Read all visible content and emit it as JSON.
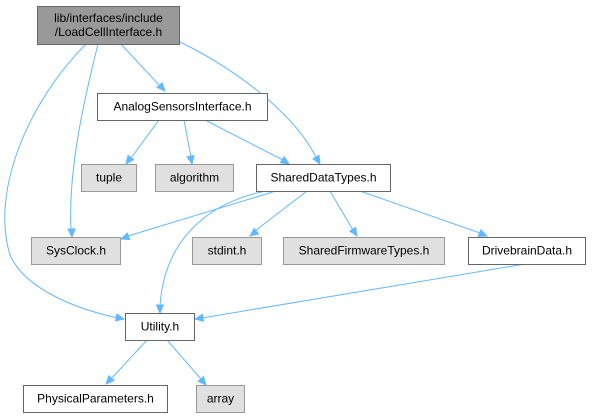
{
  "nodes": {
    "load_cell": {
      "lines": [
        "lib/interfaces/include",
        "/LoadCellInterface.h"
      ],
      "style": "current"
    },
    "analog": {
      "lines": [
        "AnalogSensorsInterface.h"
      ],
      "style": "file"
    },
    "tuple": {
      "lines": [
        "tuple"
      ],
      "style": "system"
    },
    "algorithm": {
      "lines": [
        "algorithm"
      ],
      "style": "system"
    },
    "shared_data": {
      "lines": [
        "SharedDataTypes.h"
      ],
      "style": "file"
    },
    "sysclock": {
      "lines": [
        "SysClock.h"
      ],
      "style": "system"
    },
    "stdint": {
      "lines": [
        "stdint.h"
      ],
      "style": "system"
    },
    "shared_fw": {
      "lines": [
        "SharedFirmwareTypes.h"
      ],
      "style": "system"
    },
    "drivebrain": {
      "lines": [
        "DrivebrainData.h"
      ],
      "style": "file"
    },
    "utility": {
      "lines": [
        "Utility.h"
      ],
      "style": "file"
    },
    "physical": {
      "lines": [
        "PhysicalParameters.h"
      ],
      "style": "file"
    },
    "array": {
      "lines": [
        "array"
      ],
      "style": "system"
    }
  },
  "edges": [
    {
      "from": "load_cell",
      "to": "analog"
    },
    {
      "from": "load_cell",
      "to": "shared_data"
    },
    {
      "from": "load_cell",
      "to": "sysclock"
    },
    {
      "from": "load_cell",
      "to": "utility"
    },
    {
      "from": "analog",
      "to": "tuple"
    },
    {
      "from": "analog",
      "to": "algorithm"
    },
    {
      "from": "analog",
      "to": "shared_data"
    },
    {
      "from": "shared_data",
      "to": "sysclock"
    },
    {
      "from": "shared_data",
      "to": "stdint"
    },
    {
      "from": "shared_data",
      "to": "shared_fw"
    },
    {
      "from": "shared_data",
      "to": "drivebrain"
    },
    {
      "from": "shared_data",
      "to": "utility"
    },
    {
      "from": "drivebrain",
      "to": "utility"
    },
    {
      "from": "utility",
      "to": "physical"
    },
    {
      "from": "utility",
      "to": "array"
    }
  ],
  "colors": {
    "edge": "#63b8ff",
    "current_fill": "#999999",
    "current_border": "#666666",
    "file_fill": "#ffffff",
    "file_border": "#666666",
    "system_fill": "#e0e0e0",
    "system_border": "#999999",
    "text": "#000000"
  }
}
